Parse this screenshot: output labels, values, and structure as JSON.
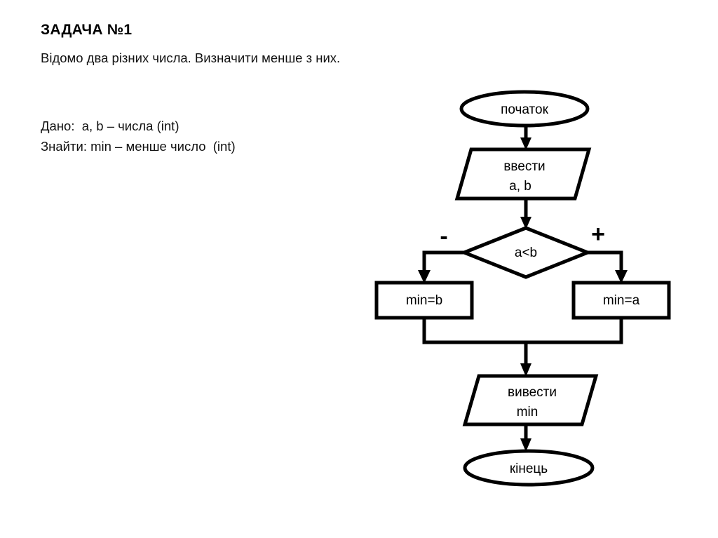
{
  "slide": {
    "background_color": "#ffffff",
    "text_color": "#000000",
    "title": "ЗАДАЧА №1",
    "description": "Відомо два різних числа. Визначити менше з них.",
    "given_label": "Дано:  a, b – числа (int)",
    "find_label": "Знайти: min – менше число  (int)"
  },
  "flowchart": {
    "type": "flowchart",
    "nodes": {
      "start": {
        "label": "початок",
        "shape": "oval"
      },
      "input": {
        "line1": "ввести",
        "line2": "a, b",
        "shape": "parallelogram"
      },
      "decision": {
        "label": "a<b",
        "shape": "diamond"
      },
      "false_branch_label": "-",
      "true_branch_label": "+",
      "assign_left": {
        "label": "min=b",
        "shape": "rectangle"
      },
      "assign_right": {
        "label": "min=a",
        "shape": "rectangle"
      },
      "output": {
        "line1": "вивести",
        "line2": "min",
        "shape": "parallelogram"
      },
      "end": {
        "label": "кінець",
        "shape": "oval"
      }
    },
    "edges": [
      {
        "from": "start",
        "to": "input"
      },
      {
        "from": "input",
        "to": "decision"
      },
      {
        "from": "decision",
        "to": "assign_left",
        "label": "-"
      },
      {
        "from": "decision",
        "to": "assign_right",
        "label": "+"
      },
      {
        "from": "assign_left",
        "to": "output"
      },
      {
        "from": "assign_right",
        "to": "output"
      },
      {
        "from": "output",
        "to": "end"
      }
    ]
  }
}
